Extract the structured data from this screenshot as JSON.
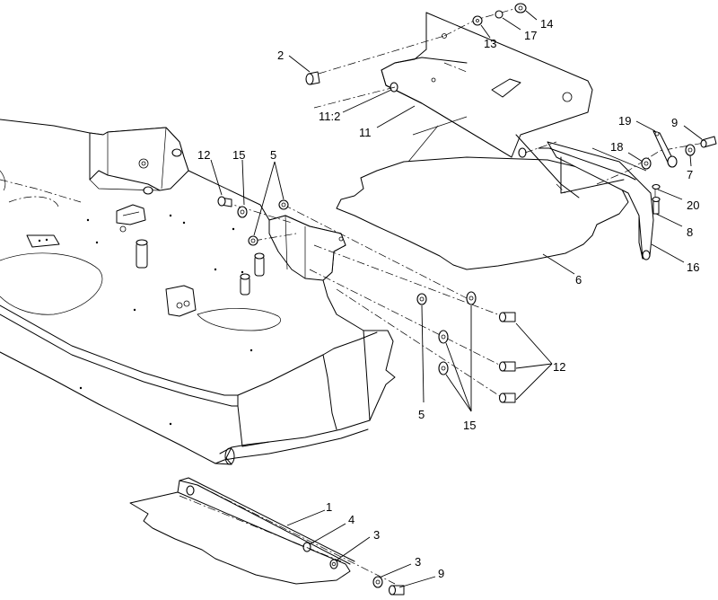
{
  "callouts": [
    {
      "id": "c14",
      "text": "14"
    },
    {
      "id": "c17",
      "text": "17"
    },
    {
      "id": "c13",
      "text": "13"
    },
    {
      "id": "c2",
      "text": "2"
    },
    {
      "id": "c11_2",
      "text": "11:2"
    },
    {
      "id": "c11",
      "text": "11"
    },
    {
      "id": "c19",
      "text": "19"
    },
    {
      "id": "c9a",
      "text": "9"
    },
    {
      "id": "c18",
      "text": "18"
    },
    {
      "id": "c7",
      "text": "7"
    },
    {
      "id": "c20",
      "text": "20"
    },
    {
      "id": "c8",
      "text": "8"
    },
    {
      "id": "c16",
      "text": "16"
    },
    {
      "id": "c6",
      "text": "6"
    },
    {
      "id": "c12a",
      "text": "12"
    },
    {
      "id": "c15a",
      "text": "15"
    },
    {
      "id": "c5a",
      "text": "5"
    },
    {
      "id": "c12b",
      "text": "12"
    },
    {
      "id": "c5b",
      "text": "5"
    },
    {
      "id": "c15b",
      "text": "15"
    },
    {
      "id": "c1",
      "text": "1"
    },
    {
      "id": "c4",
      "text": "4"
    },
    {
      "id": "c3a",
      "text": "3"
    },
    {
      "id": "c3b",
      "text": "3"
    },
    {
      "id": "c9b",
      "text": "9"
    }
  ]
}
